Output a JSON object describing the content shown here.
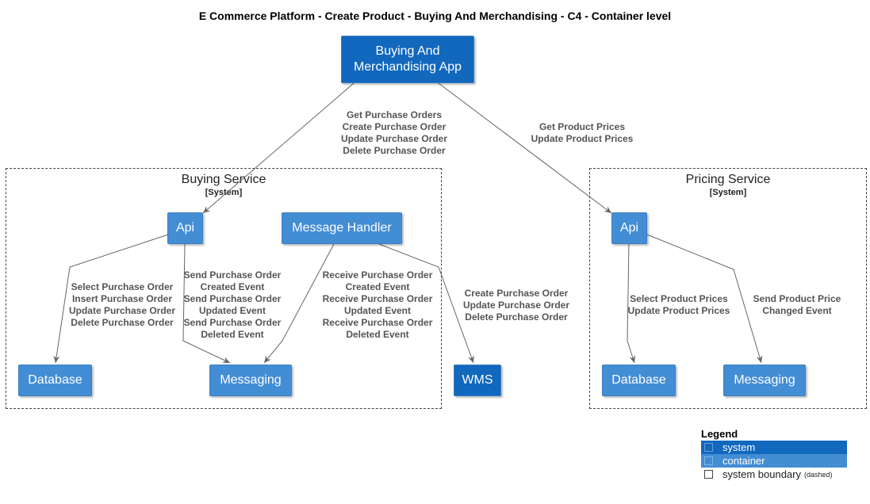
{
  "title": "E Commerce Platform - Create Product - Buying And Merchandising - C4 - Container level",
  "colors": {
    "system": "#1168bd",
    "container": "#438dd5",
    "edge": "#666666"
  },
  "nodes": {
    "app": {
      "label": "Buying And Merchandising App"
    },
    "buying_api": {
      "label": "Api"
    },
    "message_handler": {
      "label": "Message Handler"
    },
    "buying_db": {
      "label": "Database"
    },
    "buying_messaging": {
      "label": "Messaging"
    },
    "wms": {
      "label": "WMS"
    },
    "pricing_api": {
      "label": "Api"
    },
    "pricing_db": {
      "label": "Database"
    },
    "pricing_messaging": {
      "label": "Messaging"
    }
  },
  "boundaries": {
    "buying": {
      "name": "Buying Service",
      "type": "[System]"
    },
    "pricing": {
      "name": "Pricing Service",
      "type": "[System]"
    }
  },
  "edges": {
    "app_to_buying_api": "Get Purchase Orders\nCreate Purchase Order\nUpdate Purchase Order\nDelete Purchase Order",
    "app_to_pricing_api": "Get Product Prices\nUpdate Product Prices",
    "buying_api_to_db": "Select Purchase Order\nInsert Purchase Order\nUpdate Purchase Order\nDelete Purchase Order",
    "buying_api_to_messaging": "Send Purchase Order\nCreated Event\nSend Purchase Order\nUpdated Event\nSend Purchase Order\nDeleted Event",
    "handler_to_messaging": "Receive Purchase Order\nCreated Event\nReceive Purchase Order\nUpdated Event\nReceive Purchase Order\nDeleted Event",
    "handler_to_wms": "Create Purchase Order\nUpdate Purchase Order\nDelete Purchase Order",
    "pricing_api_to_db": "Select Product Prices\nUpdate Product Prices",
    "pricing_api_to_messaging": "Send Product Price\nChanged Event"
  },
  "legend": {
    "title": "Legend",
    "items": [
      {
        "label": "system",
        "note": ""
      },
      {
        "label": "container",
        "note": ""
      },
      {
        "label": "system boundary",
        "note": "(dashed)"
      }
    ]
  }
}
